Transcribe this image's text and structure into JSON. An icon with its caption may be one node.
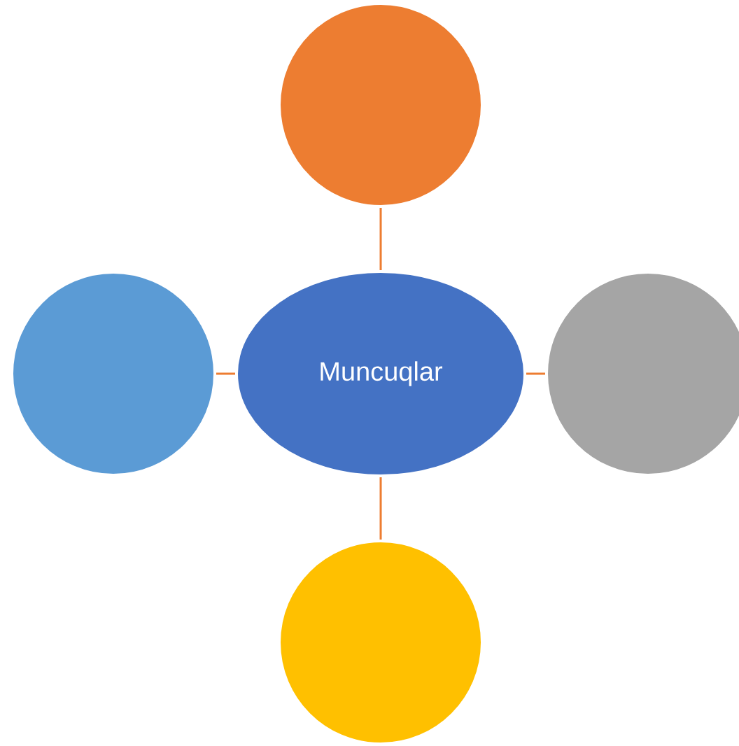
{
  "diagram": {
    "nodes": [
      {
        "text": [
          "Muncuqlar"
        ]
      },
      {
        "text": [],
        "shape": "circle"
      },
      {
        "text": [],
        "shape": "circle"
      },
      {
        "text": [],
        "shape": "circle"
      },
      {
        "text": [],
        "shape": "circle"
      }
    ],
    "edges": [
      {
        "from": 0,
        "to": 1,
        "arrow": "none"
      },
      {
        "from": 0,
        "to": 2,
        "arrow": "none"
      },
      {
        "from": 0,
        "to": 3,
        "arrow": "none"
      },
      {
        "from": 0,
        "to": 4,
        "arrow": "none"
      }
    ]
  }
}
